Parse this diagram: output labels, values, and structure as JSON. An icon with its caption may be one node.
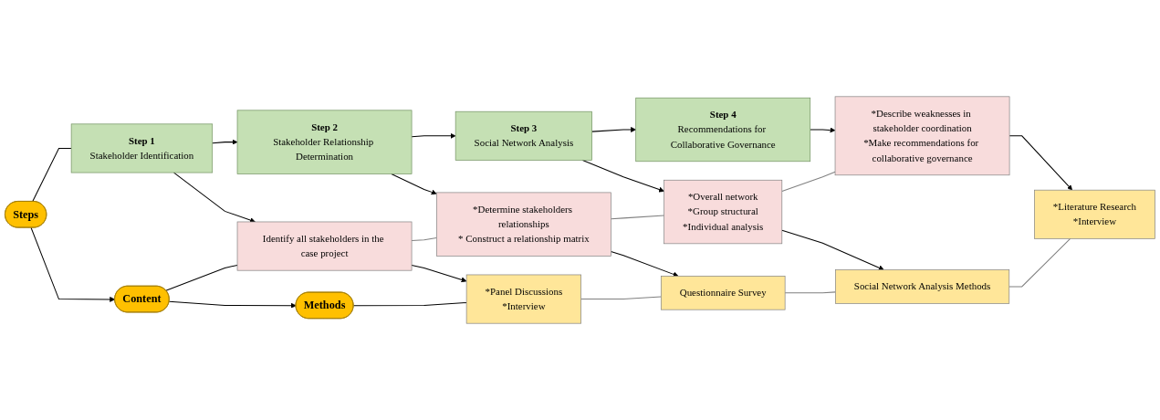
{
  "diagram": {
    "nodes": [
      {
        "text": [
          "Steps"
        ]
      },
      {
        "text": [
          "Step 1",
          "Stakeholder Identification"
        ]
      },
      {
        "text": [
          "Step 2",
          "Stakeholder Relationship Determination"
        ]
      },
      {
        "text": [
          "Step 3",
          "Social Network Analysis"
        ]
      },
      {
        "text": [
          "Step 4",
          "Recommendations for Collaborative Governance"
        ]
      },
      {
        "text": [
          "Content"
        ]
      },
      {
        "text": [
          "Identify all stakeholders in the case project"
        ]
      },
      {
        "text": [
          "*Determine stakeholders relationships",
          "* Construct a relationship matrix"
        ]
      },
      {
        "text": [
          "*Overall network",
          "*Group structural",
          "*Individual analysis"
        ]
      },
      {
        "text": [
          "*Describe weaknesses in stakeholder coordination",
          "*Make recommendations for collaborative governance"
        ]
      },
      {
        "text": [
          "Methods"
        ]
      },
      {
        "text": [
          "*Panel Discussions",
          "*Interview"
        ]
      },
      {
        "text": [
          "Questionnaire Survey"
        ]
      },
      {
        "text": [
          "Social Network Analysis Methods"
        ]
      },
      {
        "text": [
          "*Literature Research",
          "*Interview"
        ]
      }
    ],
    "edges": [
      {
        "from": 0,
        "to": 1,
        "arrow": "none"
      },
      {
        "from": 1,
        "to": 2,
        "arrow": "to"
      },
      {
        "from": 2,
        "to": 3,
        "arrow": "to"
      },
      {
        "from": 3,
        "to": 4,
        "arrow": "to"
      },
      {
        "from": 0,
        "to": 5,
        "arrow": "to"
      },
      {
        "from": 5,
        "to": 10,
        "arrow": "to"
      },
      {
        "from": 1,
        "to": 6,
        "arrow": "to"
      },
      {
        "from": 2,
        "to": 7,
        "arrow": "to"
      },
      {
        "from": 3,
        "to": 8,
        "arrow": "to"
      },
      {
        "from": 4,
        "to": 9,
        "arrow": "to"
      },
      {
        "from": 6,
        "to": 11,
        "arrow": "to"
      },
      {
        "from": 7,
        "to": 12,
        "arrow": "to"
      },
      {
        "from": 8,
        "to": 13,
        "arrow": "to"
      },
      {
        "from": 9,
        "to": 14,
        "arrow": "to"
      },
      {
        "from": 5,
        "to": 6,
        "arrow": "none"
      },
      {
        "from": 6,
        "to": 7,
        "arrow": "none",
        "color": "#808080"
      },
      {
        "from": 7,
        "to": 8,
        "arrow": "none",
        "color": "#808080"
      },
      {
        "from": 8,
        "to": 9,
        "arrow": "none",
        "color": "#808080"
      },
      {
        "from": 10,
        "to": 11,
        "arrow": "none"
      },
      {
        "from": 11,
        "to": 12,
        "arrow": "none",
        "color": "#808080"
      },
      {
        "from": 12,
        "to": 13,
        "arrow": "none",
        "color": "#808080"
      },
      {
        "from": 13,
        "to": 14,
        "arrow": "none",
        "color": "#808080"
      }
    ]
  }
}
